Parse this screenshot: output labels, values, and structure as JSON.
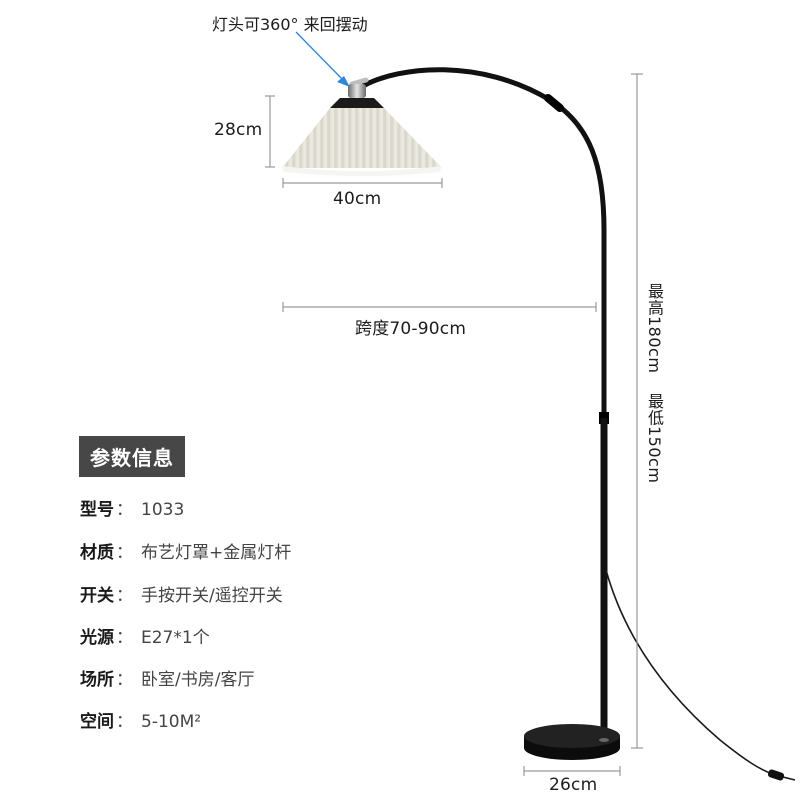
{
  "callout": {
    "text": "灯头可360° 来回摆动",
    "arrow_color": "#2f86d8"
  },
  "dimensions": {
    "shade_height": "28cm",
    "shade_width": "40cm",
    "arm_span": "跨度70-90cm",
    "max_height": "最高180cm",
    "min_height": "最低150cm",
    "base_width": "26cm"
  },
  "specs": {
    "title": "参数信息",
    "rows": [
      {
        "key": "型号",
        "sep": "：",
        "value": "1033"
      },
      {
        "key": "材质",
        "sep": "：",
        "value": "布艺灯罩+金属灯杆"
      },
      {
        "key": "开关",
        "sep": "：",
        "value": "手按开关/遥控开关"
      },
      {
        "key": "光源",
        "sep": "：",
        "value": "E27*1个"
      },
      {
        "key": "场所",
        "sep": "：",
        "value": "卧室/书房/客厅"
      },
      {
        "key": "空间",
        "sep": "：",
        "value": "5-10M²"
      }
    ]
  },
  "colors": {
    "badge_bg": "#474747",
    "lamp_black": "#111111",
    "shade": "#ecebe2",
    "dimension_line": "#9a9a9a"
  }
}
